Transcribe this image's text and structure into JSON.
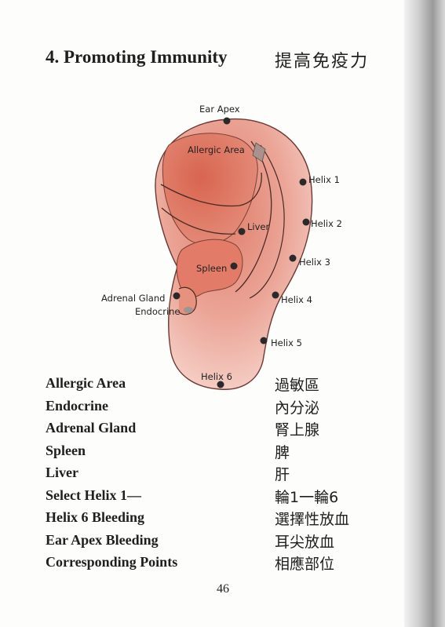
{
  "header": {
    "title": "4. Promoting Immunity",
    "title_cn": "提高免疫力"
  },
  "diagram": {
    "points": [
      {
        "id": "ear-apex",
        "label": "Ear Apex"
      },
      {
        "id": "allergic-area",
        "label": "Allergic Area"
      },
      {
        "id": "helix-1",
        "label": "Helix 1"
      },
      {
        "id": "helix-2",
        "label": "Helix 2"
      },
      {
        "id": "liver",
        "label": "Liver"
      },
      {
        "id": "helix-3",
        "label": "Helix 3"
      },
      {
        "id": "spleen",
        "label": "Spleen"
      },
      {
        "id": "adrenal-gland",
        "label": "Adrenal Gland"
      },
      {
        "id": "helix-4",
        "label": "Helix 4"
      },
      {
        "id": "endocrine",
        "label": "Endocrine"
      },
      {
        "id": "helix-5",
        "label": "Helix 5"
      },
      {
        "id": "helix-6",
        "label": "Helix 6"
      }
    ]
  },
  "terms": [
    {
      "en": "Allergic Area",
      "cn": "過敏區"
    },
    {
      "en": "Endocrine",
      "cn": "內分泌"
    },
    {
      "en": "Adrenal Gland",
      "cn": "腎上腺"
    },
    {
      "en": "Spleen",
      "cn": "脾"
    },
    {
      "en": "Liver",
      "cn": "肝"
    },
    {
      "en": "Select Helix 1—",
      "cn": "輪1一輪6"
    },
    {
      "en": "Helix 6 Bleeding",
      "cn": "選擇性放血"
    },
    {
      "en": "Ear Apex Bleeding",
      "cn": "耳尖放血"
    },
    {
      "en": "Corresponding Points",
      "cn": "相應部位"
    }
  ],
  "footer": {
    "page_number": "46"
  },
  "colors": {
    "ear_fill": "#eba597",
    "ear_inner": "#d9705c",
    "dot": "#2a2a2a"
  }
}
